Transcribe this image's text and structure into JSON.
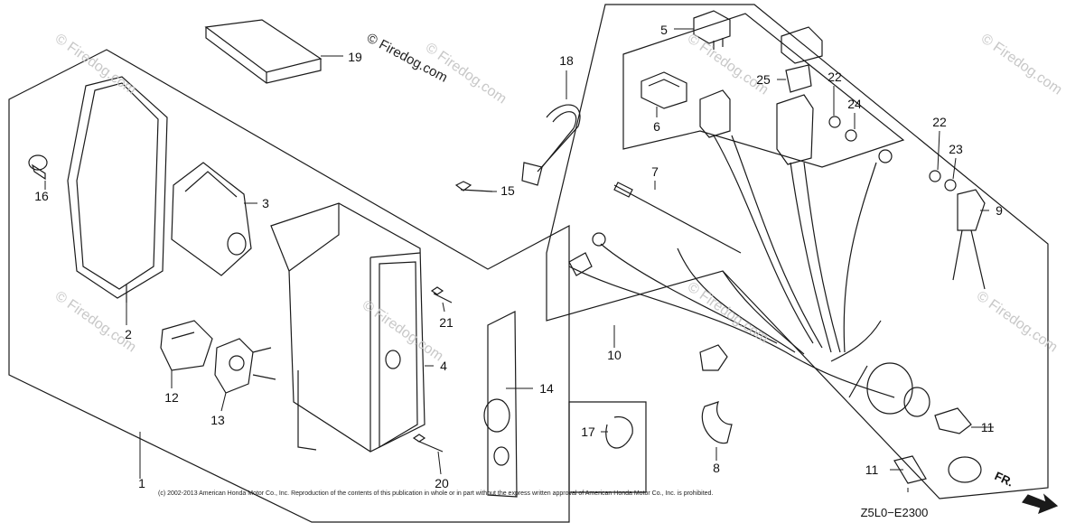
{
  "watermark": {
    "text": "© Firedog.com",
    "main_text": "© Firedog.com"
  },
  "copyright": "(c) 2002-2013 American Honda Motor Co., Inc. Reproduction of the contents of this publication in whole or in part without the express written approval of American Honda Motor Co., Inc. is prohibited.",
  "diagram_code": "Z5L0−E2300",
  "direction_label": "FR.",
  "callouts": [
    "1",
    "2",
    "3",
    "4",
    "5",
    "6",
    "7",
    "8",
    "9",
    "10",
    "11",
    "11",
    "12",
    "13",
    "14",
    "15",
    "16",
    "17",
    "18",
    "19",
    "20",
    "21",
    "22",
    "22",
    "23",
    "24",
    "25"
  ],
  "colors": {
    "line": "#1a1a1a",
    "watermark": "#c8c8c8",
    "background": "#ffffff"
  }
}
